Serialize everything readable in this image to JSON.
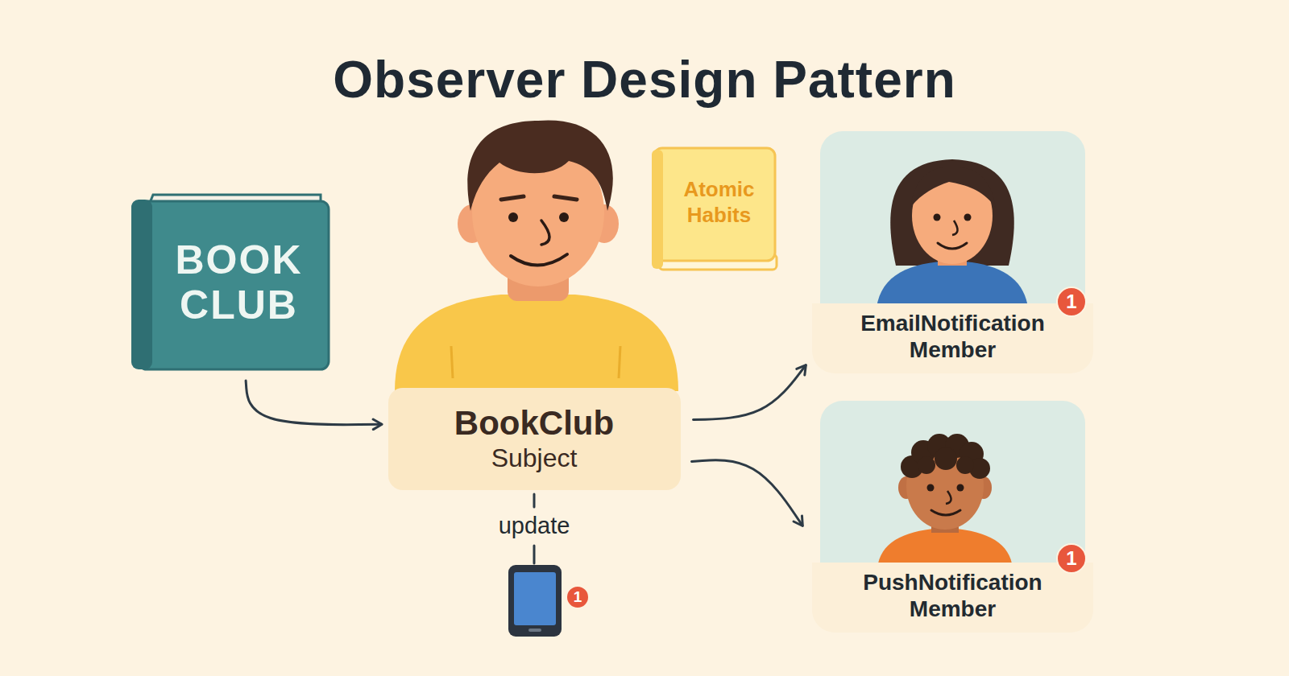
{
  "diagram": {
    "title": "Observer Design Pattern",
    "nodes": [
      {
        "text": [
          "BOOK CLUB"
        ]
      },
      {
        "text": [
          "BookClub",
          "Subject"
        ]
      },
      {
        "text": [
          "Atomic Habits"
        ]
      },
      {
        "text": [
          "EmailNotification Member"
        ]
      },
      {
        "text": [
          "PushNotification Member"
        ]
      }
    ],
    "edges": [
      {
        "from": 0,
        "to": 1,
        "arrow": "to"
      },
      {
        "from": 1,
        "to": 3,
        "arrow": "to"
      },
      {
        "from": 1,
        "to": 4,
        "arrow": "to"
      }
    ],
    "labels": [
      "1",
      "1",
      "update",
      "1"
    ]
  }
}
